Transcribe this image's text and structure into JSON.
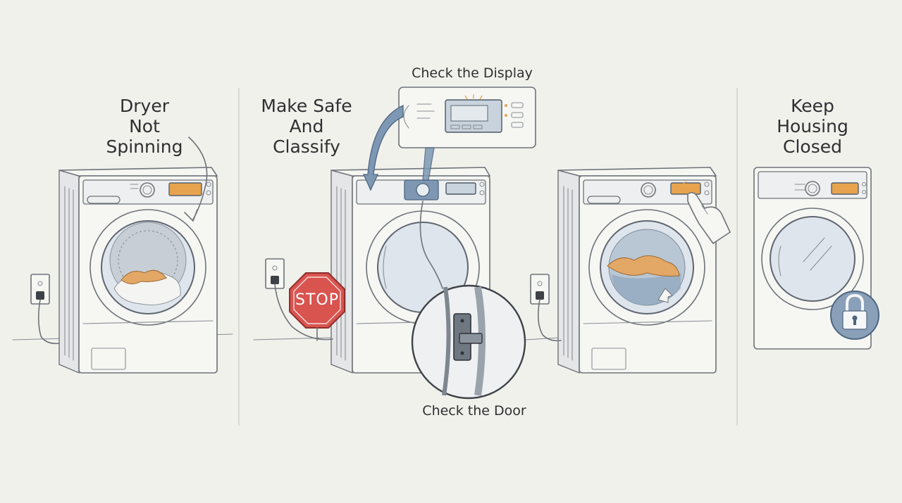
{
  "steps": [
    {
      "title": "Dryer\nNot\nSpinning"
    },
    {
      "title": "Make Safe\nAnd\nClassify"
    },
    {
      "title": "Keep\nHousing\nClosed"
    }
  ],
  "callouts": {
    "display": "Check the Display",
    "door": "Check the Door"
  },
  "sign": {
    "text": "STOP"
  },
  "icons": [
    "power-outlet-icon",
    "stop-sign-icon",
    "lock-icon",
    "arrow-icon",
    "hand-pointer-icon",
    "door-latch-icon"
  ],
  "colors": {
    "background": "#f1f1ec",
    "stop_red": "#d9534f",
    "accent_blue": "#7e98b4",
    "display_orange": "#e7a34d",
    "lock_blue": "#8aa0b8"
  }
}
